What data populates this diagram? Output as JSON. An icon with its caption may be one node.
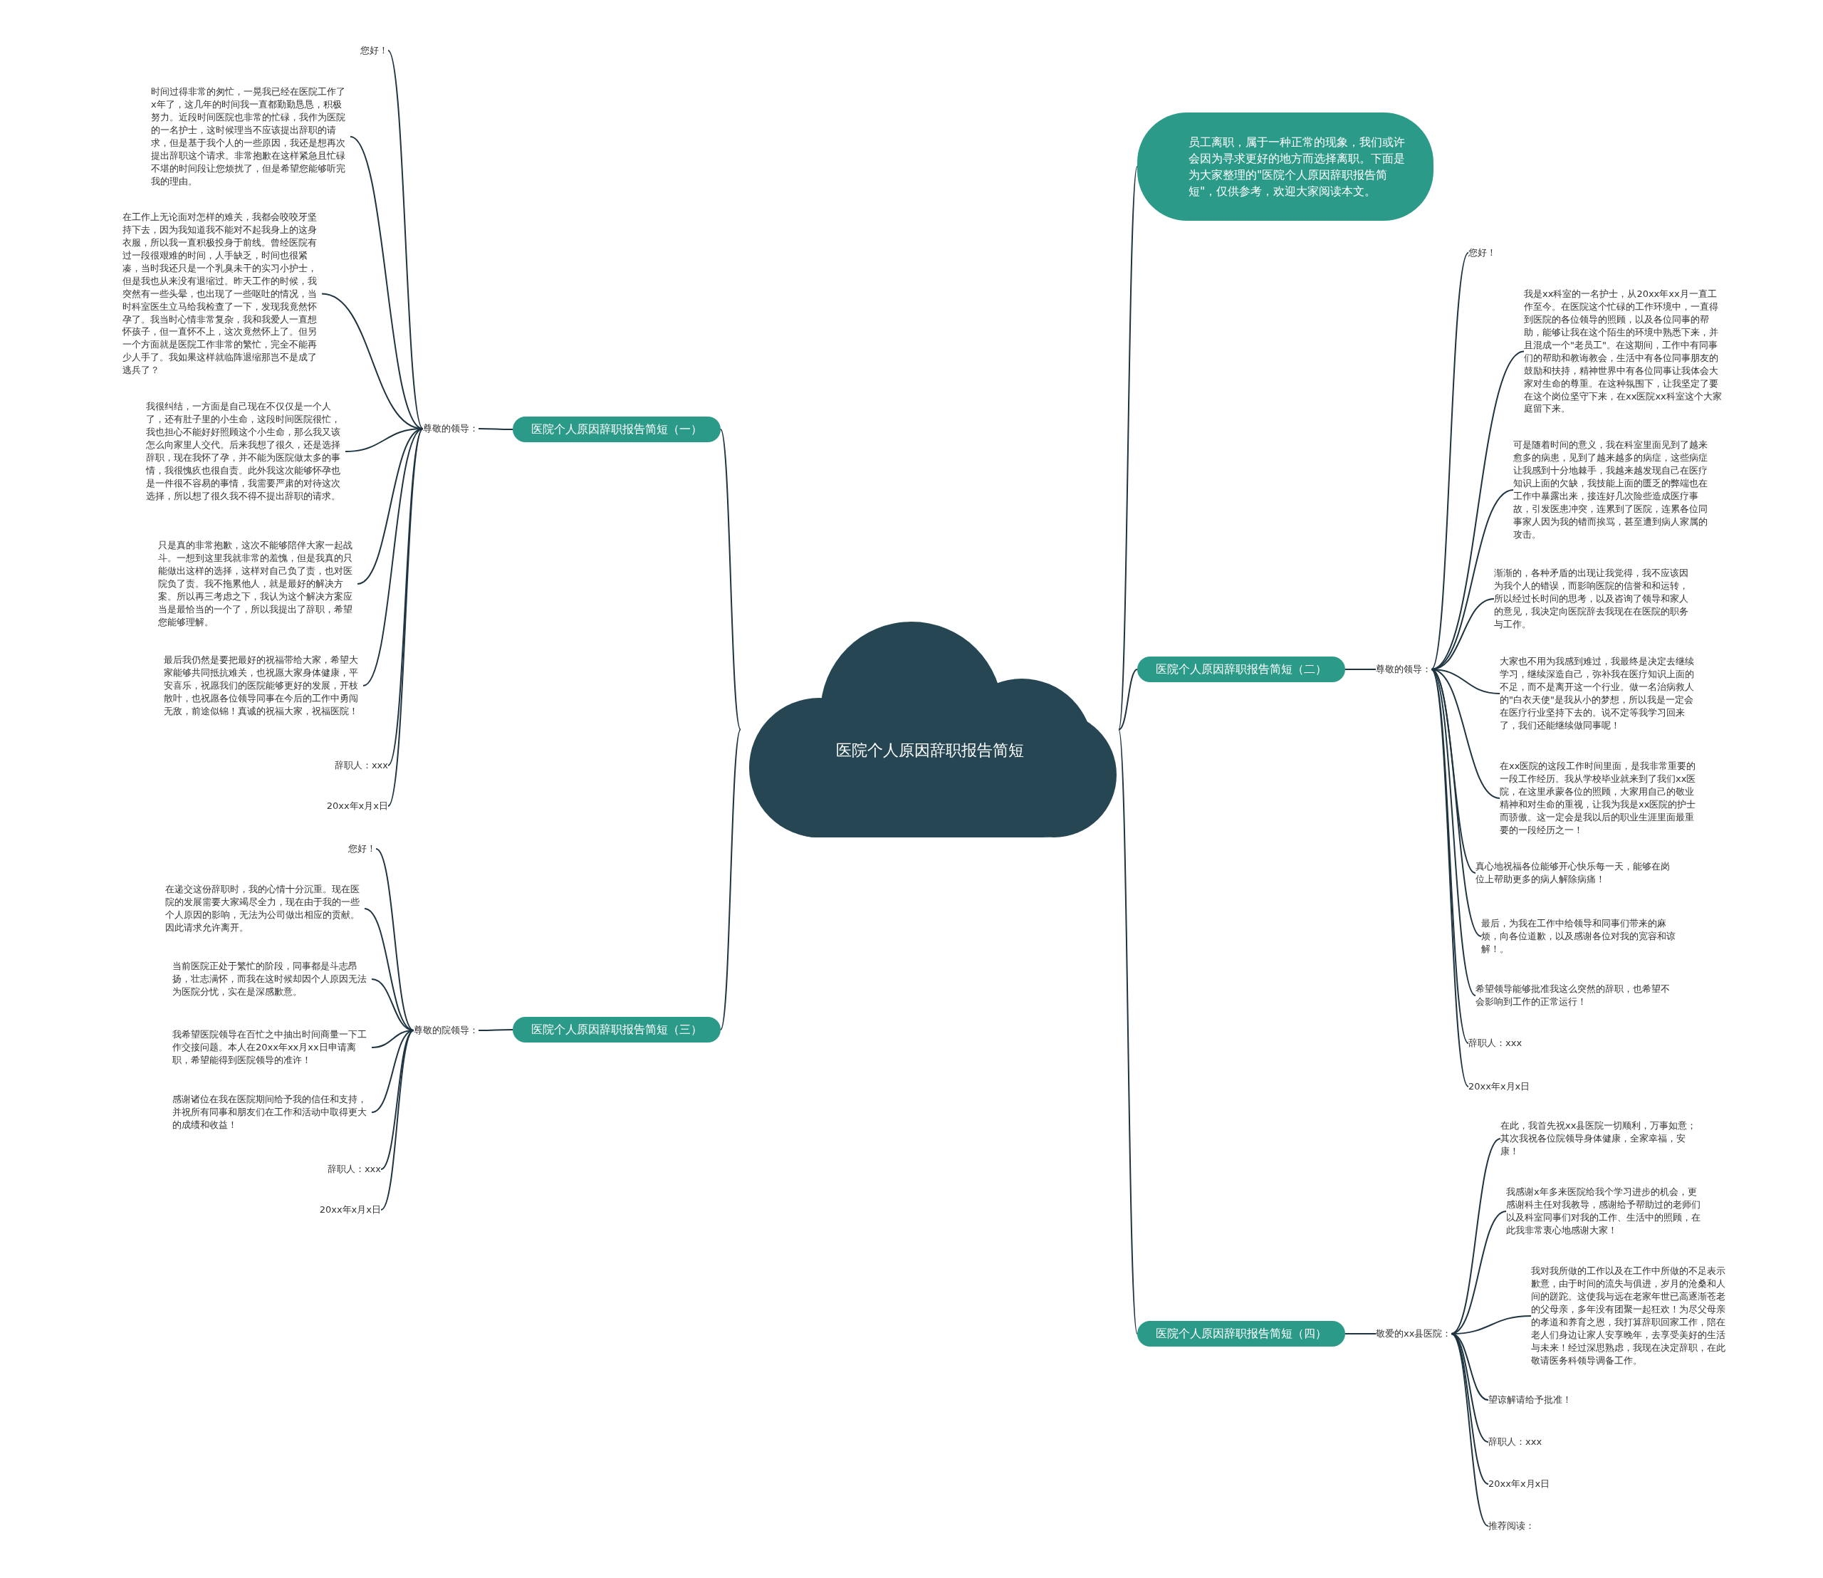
{
  "diagram": {
    "nodes": [
      {
        "text": [
          "医院个人原因辞职报告简短"
        ]
      },
      {
        "text": [
          "员工离职，属于一种正常的现象，我们或许会因为寻求更好的地方而选择离职。下面是为大家整理的\"医院个人原因辞职报告简短\"，仅供参考，欢迎大家阅读本文。"
        ]
      },
      {
        "text": [
          "医院个人原因辞职报告简短（一）"
        ]
      },
      {
        "text": [
          "尊敬的领导："
        ]
      },
      {
        "text": [
          "您好！"
        ]
      },
      {
        "text": [
          "时间过得非常的匆忙，一晃我已经在医院工作了x年了，这几年的时间我一直都勤勤恳恳，积极努力。近段时间医院也非常的忙碌，我作为医院的一名护士，这时候理当不应该提出辞职的请求，但是基于我个人的一些原因，我还是想再次提出辞职这个请求。非常抱歉在这样紧急且忙碌不堪的时间段让您烦扰了，但是希望您能够听完我的理由。"
        ]
      },
      {
        "text": [
          "在工作上无论面对怎样的难关，我都会咬咬牙坚持下去，因为我知道我不能对不起我身上的这身衣服，所以我一直积极投身于前线。曾经医院有过一段很艰难的时间，人手缺乏，时间也很紧凑，当时我还只是一个乳臭未干的实习小护士，但是我也从来没有退缩过。昨天工作的时候，我突然有一些头晕，也出现了一些呕吐的情况，当时科室医生立马给我检查了一下，发现我竟然怀孕了。我当时心情非常复杂，我和我爱人一直想怀孩子，但一直怀不上，这次竟然怀上了。但另一个方面就是医院工作非常的繁忙，完全不能再少人手了。我如果这样就临阵退缩那岂不是成了逃兵了？"
        ]
      },
      {
        "text": [
          "我很纠结，一方面是自己现在不仅仅是一个人了，还有肚子里的小生命，这段时间医院很忙，我也担心不能好好照顾这个小生命，那么我又该怎么向家里人交代。后来我想了很久，还是选择辞职，现在我怀了孕，并不能为医院做太多的事情，我很愧疚也很自责。此外我这次能够怀孕也是一件很不容易的事情，我需要严肃的对待这次选择，所以想了很久我不得不提出辞职的请求。"
        ]
      },
      {
        "text": [
          "只是真的非常抱歉，这次不能够陪伴大家一起战斗。一想到这里我就非常的羞愧，但是我真的只能做出这样的选择，这样对自己负了责，也对医院负了责。我不拖累他人，就是最好的解决方案。所以再三考虑之下，我认为这个解决方案应当是最恰当的一个了，所以我提出了辞职，希望您能够理解。"
        ]
      },
      {
        "text": [
          "最后我仍然是要把最好的祝福带给大家，希望大家能够共同抵抗难关，也祝愿大家身体健康，平安喜乐，祝愿我们的医院能够更好的发展，开枝散叶，也祝愿各位领导同事在今后的工作中勇闯无敌，前途似锦！真诚的祝福大家，祝福医院！"
        ]
      },
      {
        "text": [
          "辞职人：xxx"
        ]
      },
      {
        "text": [
          "20xx年x月x日"
        ]
      },
      {
        "text": [
          "医院个人原因辞职报告简短（二）"
        ]
      },
      {
        "text": [
          "尊敬的领导："
        ]
      },
      {
        "text": [
          "您好！"
        ]
      },
      {
        "text": [
          "我是xx科室的一名护士，从20xx年xx月一直工作至今。在医院这个忙碌的工作环境中，一直得到医院的各位领导的照顾，以及各位同事的帮助，能够让我在这个陌生的环境中熟悉下来，并且混成一个\"老员工\"。在这期间，工作中有同事们的帮助和教诲教会，生活中有各位同事朋友的鼓励和扶持，精神世界中有各位同事让我体会大家对生命的尊重。在这种氛围下，让我坚定了要在这个岗位坚守下来，在xx医院xx科室这个大家庭留下来。"
        ]
      },
      {
        "text": [
          "可是随着时间的意义，我在科室里面见到了越来愈多的病患，见到了越来越多的病症，这些病症让我感到十分地棘手，我越来越发现自己在医疗知识上面的欠缺，我技能上面的匮乏的弊端也在工作中暴露出来，接连好几次险些造成医疗事故，引发医患冲突，连累到了医院，连累各位同事家人因为我的错而挨骂，甚至遭到病人家属的攻击。"
        ]
      },
      {
        "text": [
          "渐渐的，各种矛盾的出现让我觉得，我不应该因为我个人的错误，而影响医院的信誉和和运转，所以经过长时间的思考，以及咨询了领导和家人的意见，我决定向医院辞去我现在在医院的职务与工作。"
        ]
      },
      {
        "text": [
          "大家也不用为我感到难过，我最终是决定去继续学习，继续深造自己，弥补我在医疗知识上面的不足，而不是离开这一个行业。做一名治病救人的\"白衣天使\"是我从小的梦想，所以我是一定会在医疗行业坚持下去的。说不定等我学习回来了，我们还能继续做同事呢！"
        ]
      },
      {
        "text": [
          "在xx医院的这段工作时间里面，是我非常重要的一段工作经历。我从学校毕业就来到了我们xx医院，在这里承蒙各位的照顾，大家用自己的敬业精神和对生命的重视，让我为我是xx医院的护士而骄傲。这一定会是我以后的职业生涯里面最重要的一段经历之一！"
        ]
      },
      {
        "text": [
          "真心地祝福各位能够开心快乐每一天，能够在岗位上帮助更多的病人解除病痛！"
        ]
      },
      {
        "text": [
          "最后，为我在工作中给领导和同事们带来的麻烦，向各位道歉，以及感谢各位对我的宽容和谅解！。"
        ]
      },
      {
        "text": [
          "希望领导能够批准我这么突然的辞职，也希望不会影响到工作的正常运行！"
        ]
      },
      {
        "text": [
          "辞职人：xxx"
        ]
      },
      {
        "text": [
          "20xx年x月x日"
        ]
      },
      {
        "text": [
          "医院个人原因辞职报告简短（三）"
        ]
      },
      {
        "text": [
          "尊敬的院领导："
        ]
      },
      {
        "text": [
          "您好！"
        ]
      },
      {
        "text": [
          "在递交这份辞职时，我的心情十分沉重。现在医院的发展需要大家竭尽全力，现在由于我的一些个人原因的影响，无法为公司做出相应的贡献。因此请求允许离开。"
        ]
      },
      {
        "text": [
          "当前医院正处于繁忙的阶段，同事都是斗志昂扬，壮志满怀，而我在这时候却因个人原因无法为医院分忧，实在是深感歉意。"
        ]
      },
      {
        "text": [
          "我希望医院领导在百忙之中抽出时间商量一下工作交接问题。本人在20xx年xx月xx日申请离职，希望能得到医院领导的准许！"
        ]
      },
      {
        "text": [
          "感谢诸位在我在医院期间给予我的信任和支持，并祝所有同事和朋友们在工作和活动中取得更大的成绩和收益！"
        ]
      },
      {
        "text": [
          "辞职人：xxx"
        ]
      },
      {
        "text": [
          "20xx年x月x日"
        ]
      },
      {
        "text": [
          "医院个人原因辞职报告简短（四）"
        ]
      },
      {
        "text": [
          "敬爱的xx县医院："
        ]
      },
      {
        "text": [
          "在此，我首先祝xx县医院一切顺利，万事如意；其次我祝各位院领导身体健康，全家幸福，安康！"
        ]
      },
      {
        "text": [
          "我感谢x年多来医院给我个学习进步的机会，更感谢科主任对我教导，感谢给予帮助过的老师们以及科室同事们对我的工作、生活中的照顾，在此我非常衷心地感谢大家！"
        ]
      },
      {
        "text": [
          "我对我所做的工作以及在工作中所做的不足表示歉意，由于时间的流失与俱进，岁月的沧桑和人间的蹉跎。这使我与远在老家年世已高逐渐苍老的父母亲，多年没有团聚一起狂欢！为尽父母亲的孝道和养育之恩，我打算辞职回家工作，陪在老人们身边让家人安享晚年，去享受美好的生活与未来！经过深思熟虑，我现在决定辞职，在此敬请医务科领导调备工作。"
        ]
      },
      {
        "text": [
          "望谅解请给予批准！"
        ]
      },
      {
        "text": [
          "辞职人：xxx"
        ]
      },
      {
        "text": [
          "20xx年x月x日"
        ]
      },
      {
        "text": [
          "推荐阅读："
        ]
      }
    ],
    "edges": [
      {
        "from": 0,
        "to": 1,
        "arrow": "none"
      },
      {
        "from": 0,
        "to": 2,
        "arrow": "none"
      },
      {
        "from": 2,
        "to": 3,
        "arrow": "none"
      },
      {
        "from": 3,
        "to": 4,
        "arrow": "none"
      },
      {
        "from": 3,
        "to": 5,
        "arrow": "none"
      },
      {
        "from": 3,
        "to": 6,
        "arrow": "none"
      },
      {
        "from": 3,
        "to": 7,
        "arrow": "none"
      },
      {
        "from": 3,
        "to": 8,
        "arrow": "none"
      },
      {
        "from": 3,
        "to": 9,
        "arrow": "none"
      },
      {
        "from": 3,
        "to": 10,
        "arrow": "none"
      },
      {
        "from": 3,
        "to": 11,
        "arrow": "none"
      },
      {
        "from": 0,
        "to": 12,
        "arrow": "none"
      },
      {
        "from": 12,
        "to": 13,
        "arrow": "none"
      },
      {
        "from": 13,
        "to": 14,
        "arrow": "none"
      },
      {
        "from": 13,
        "to": 15,
        "arrow": "none"
      },
      {
        "from": 13,
        "to": 16,
        "arrow": "none"
      },
      {
        "from": 13,
        "to": 17,
        "arrow": "none"
      },
      {
        "from": 13,
        "to": 18,
        "arrow": "none"
      },
      {
        "from": 13,
        "to": 19,
        "arrow": "none"
      },
      {
        "from": 13,
        "to": 20,
        "arrow": "none"
      },
      {
        "from": 13,
        "to": 21,
        "arrow": "none"
      },
      {
        "from": 13,
        "to": 22,
        "arrow": "none"
      },
      {
        "from": 13,
        "to": 23,
        "arrow": "none"
      },
      {
        "from": 13,
        "to": 24,
        "arrow": "none"
      },
      {
        "from": 0,
        "to": 25,
        "arrow": "none"
      },
      {
        "from": 25,
        "to": 26,
        "arrow": "none"
      },
      {
        "from": 26,
        "to": 27,
        "arrow": "none"
      },
      {
        "from": 26,
        "to": 28,
        "arrow": "none"
      },
      {
        "from": 26,
        "to": 29,
        "arrow": "none"
      },
      {
        "from": 26,
        "to": 30,
        "arrow": "none"
      },
      {
        "from": 26,
        "to": 31,
        "arrow": "none"
      },
      {
        "from": 26,
        "to": 32,
        "arrow": "none"
      },
      {
        "from": 26,
        "to": 33,
        "arrow": "none"
      },
      {
        "from": 0,
        "to": 34,
        "arrow": "none"
      },
      {
        "from": 34,
        "to": 35,
        "arrow": "none"
      },
      {
        "from": 35,
        "to": 36,
        "arrow": "none"
      },
      {
        "from": 35,
        "to": 37,
        "arrow": "none"
      },
      {
        "from": 35,
        "to": 38,
        "arrow": "none"
      },
      {
        "from": 35,
        "to": 39,
        "arrow": "none"
      },
      {
        "from": 35,
        "to": 40,
        "arrow": "none"
      },
      {
        "from": 35,
        "to": 41,
        "arrow": "none"
      },
      {
        "from": 35,
        "to": 42,
        "arrow": "none"
      }
    ]
  }
}
